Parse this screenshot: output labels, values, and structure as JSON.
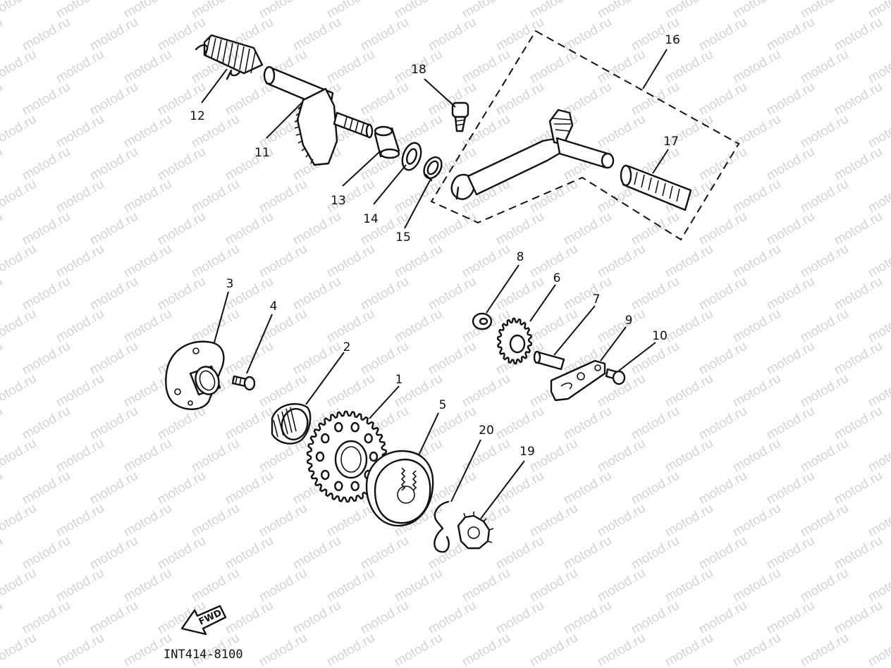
{
  "watermark": "motod.ru",
  "fwd_label": "FWD",
  "drawing_code": "INT414-8100",
  "callouts": {
    "c1": "1",
    "c2": "2",
    "c3": "3",
    "c4": "4",
    "c5": "5",
    "c6": "6",
    "c7": "7",
    "c8": "8",
    "c9": "9",
    "c10": "10",
    "c11": "11",
    "c12": "12",
    "c13": "13",
    "c14": "14",
    "c15": "15",
    "c16": "16",
    "c17": "17",
    "c18": "18",
    "c19": "19",
    "c20": "20"
  }
}
